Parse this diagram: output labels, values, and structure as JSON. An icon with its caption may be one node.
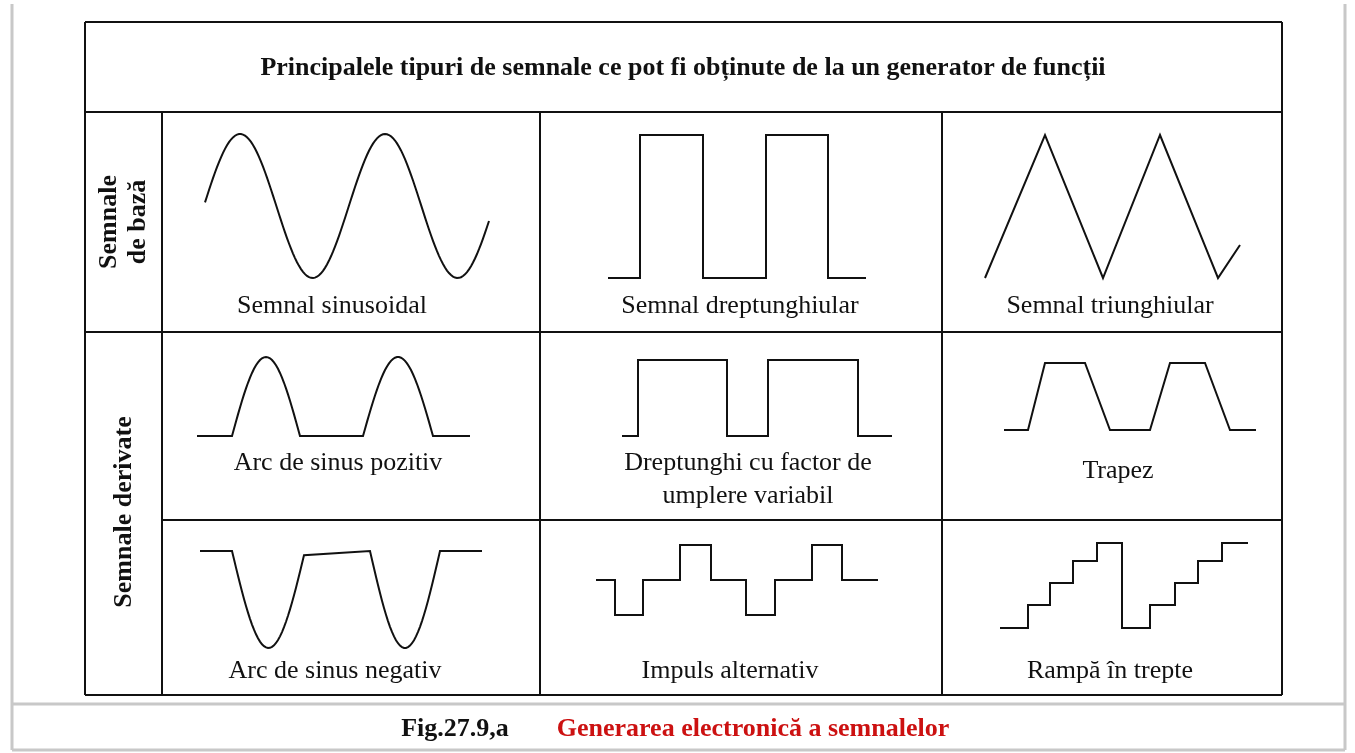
{
  "diagram": {
    "title": "Principalele tipuri de semnale ce pot fi obținute de la un  generator de funcții",
    "caption": "Generarea electronică a semnalelor",
    "labels": [
      "Fig.27.9,a",
      "Semnale de bază",
      "Semnal sinusoidal",
      "Semnal dreptunghiular",
      "Semnal triunghiular",
      "Semnale derivate",
      "Arc de sinus pozitiv",
      "Dreptunghi cu factor de umplere variabil",
      "Trapez",
      "Arc de sinus negativ",
      "Impuls alternativ",
      "Rampă în trepte"
    ]
  }
}
